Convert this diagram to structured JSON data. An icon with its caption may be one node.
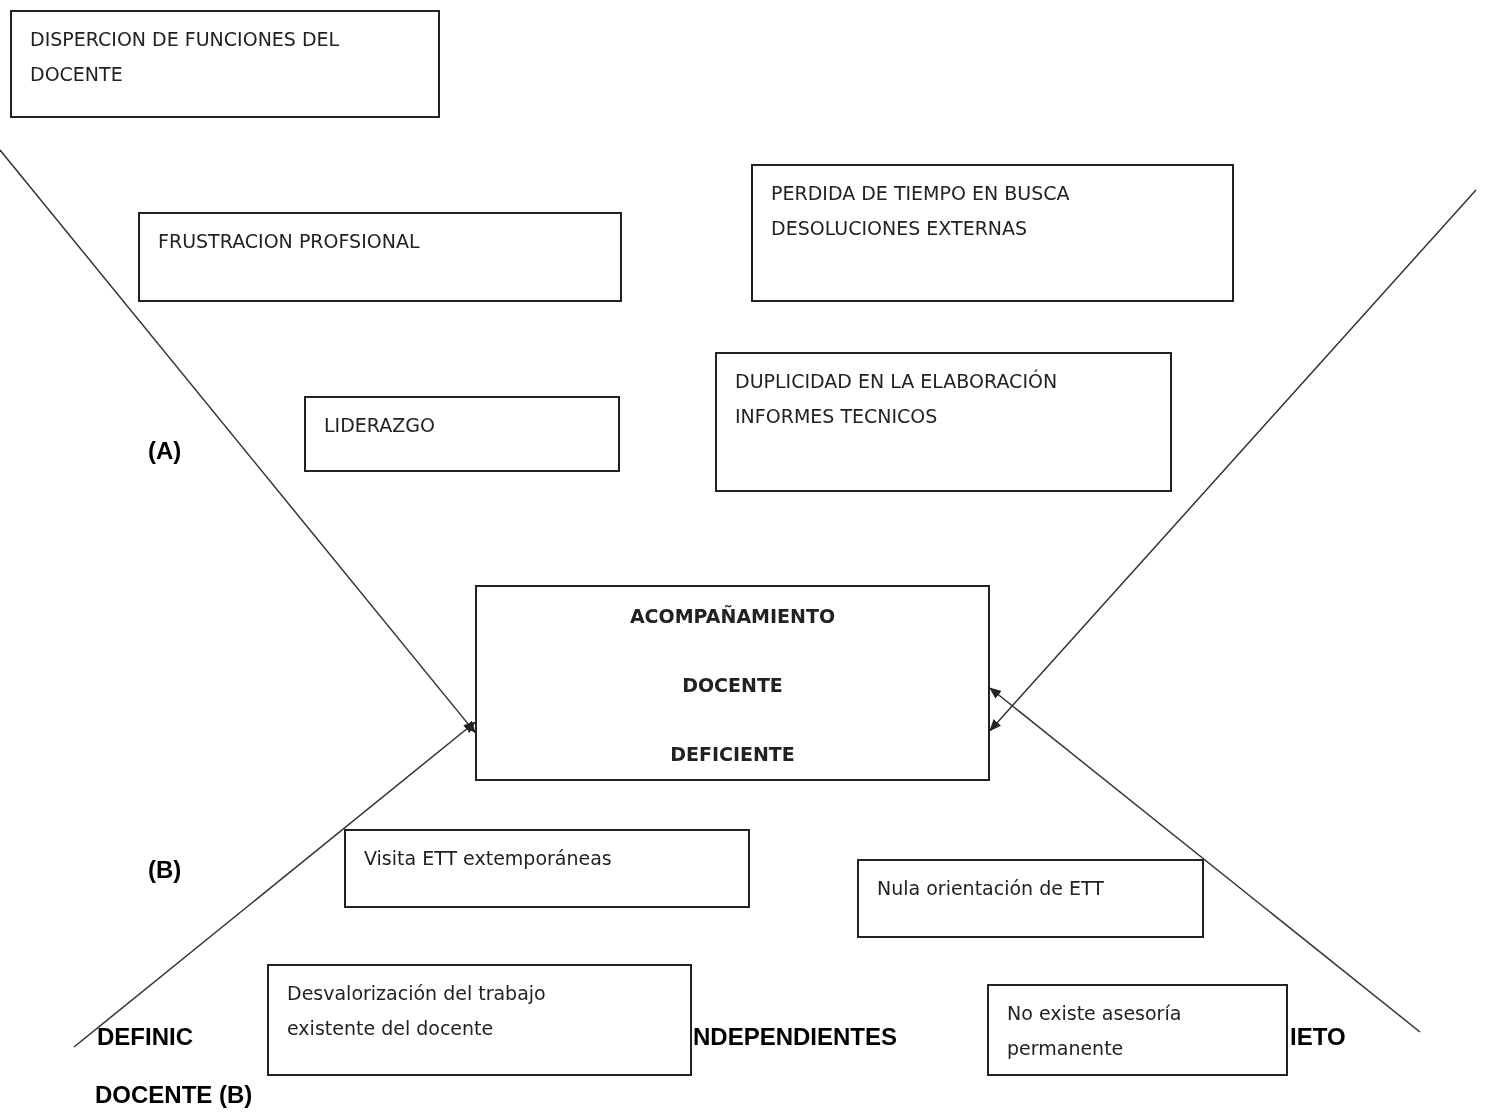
{
  "diagram": {
    "nodes": [
      {
        "text": [
          "DISPERCION DE FUNCIONES DEL DOCENTE"
        ]
      },
      {
        "text": [
          "FRUSTRACION PROFSIONAL"
        ]
      },
      {
        "text": [
          "PERDIDA DE TIEMPO EN BUSCA DESOLUCIONES EXTERNAS"
        ]
      },
      {
        "text": [
          "LIDERAZGO"
        ]
      },
      {
        "text": [
          "DUPLICIDAD EN LA ELABORACIÓN INFORMES TECNICOS"
        ]
      },
      {
        "text": [
          "ACOMPAÑAMIENTO",
          "DOCENTE",
          "DEFICIENTE"
        ]
      },
      {
        "text": [
          "Visita ETT extemporáneas"
        ]
      },
      {
        "text": [
          "Nula orientación de ETT"
        ]
      },
      {
        "text": [
          "Desvalorización del trabajo existente del docente"
        ]
      },
      {
        "text": [
          "No existe asesoría permanente"
        ]
      }
    ],
    "edges": [
      {
        "from": null,
        "to": 5,
        "arrow": "to"
      },
      {
        "from": null,
        "to": 5,
        "arrow": "to"
      },
      {
        "from": null,
        "to": 5,
        "arrow": "to"
      },
      {
        "from": null,
        "to": 5,
        "arrow": "to"
      }
    ],
    "labels": [
      "(A)",
      "(B)",
      "DEFINIC",
      "NDEPENDIENTES",
      "IETO",
      "DOCENTE (B)"
    ]
  }
}
